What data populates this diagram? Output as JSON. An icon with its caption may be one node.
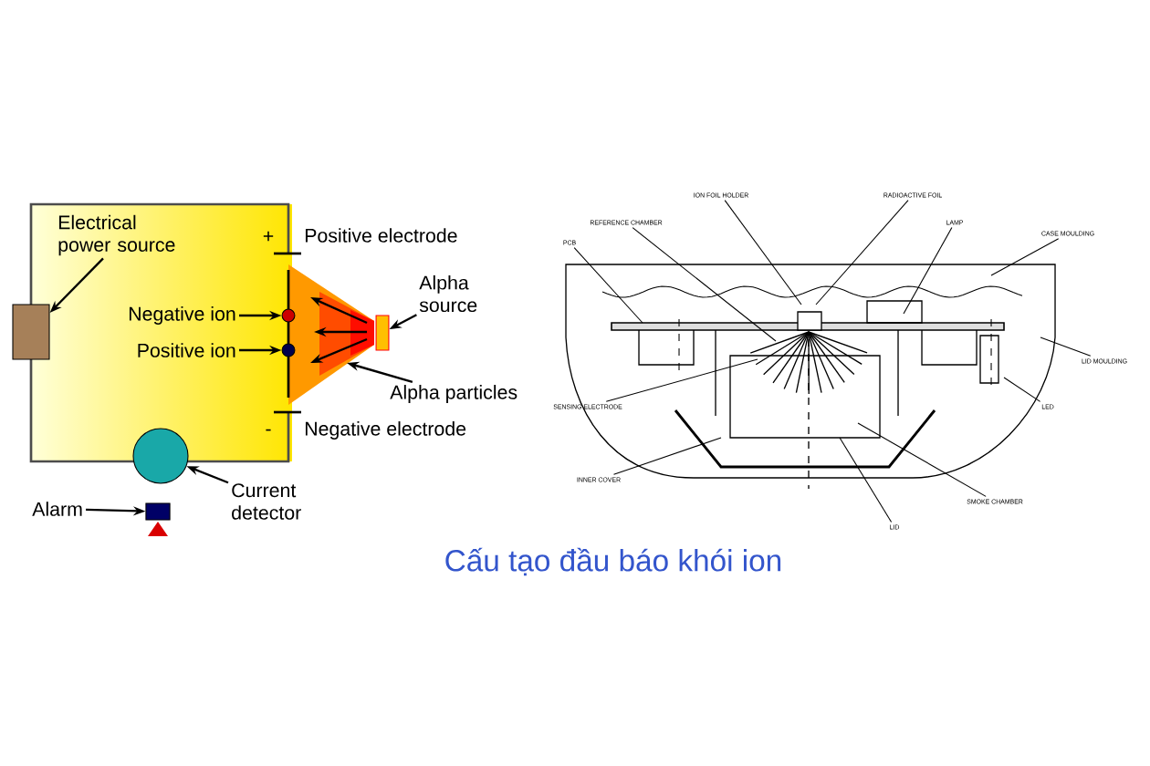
{
  "diagram": {
    "caption": "Cấu tạo đầu báo khói ion",
    "nodes": [
      {
        "text": [
          "Electrical power source"
        ]
      },
      {
        "text": [],
        "shape": "box"
      },
      {
        "text": [
          "Negative ion"
        ]
      },
      {
        "text": [],
        "shape": "circle"
      },
      {
        "text": [
          "Positive ion"
        ]
      },
      {
        "text": [],
        "shape": "circle"
      },
      {
        "text": [
          "Alpha source"
        ]
      },
      {
        "text": [],
        "shape": "box"
      },
      {
        "text": [
          "Alpha particles"
        ]
      },
      {
        "text": [],
        "shape": "circle"
      },
      {
        "text": [
          "Current detector"
        ]
      },
      {
        "text": [
          "Alarm"
        ]
      },
      {
        "text": [],
        "shape": "box"
      },
      {
        "text": [
          "ION FOIL HOLDER"
        ]
      },
      {
        "text": [
          "RADIOACTIVE FOIL"
        ]
      },
      {
        "text": [
          "REFERENCE CHAMBER"
        ]
      },
      {
        "text": [
          "LAMP"
        ]
      },
      {
        "text": [
          "CASE MOULDING"
        ]
      },
      {
        "text": [
          "PCB"
        ]
      },
      {
        "text": [
          "LID MOULDING"
        ]
      },
      {
        "text": [
          "SENSING ELECTRODE"
        ]
      },
      {
        "text": [
          "LED"
        ]
      },
      {
        "text": [
          "INNER COVER"
        ]
      },
      {
        "text": [
          "SMOKE CHAMBER"
        ]
      },
      {
        "text": [
          "LID"
        ]
      }
    ],
    "edges": [
      {
        "from": 0,
        "to": 1,
        "arrow": "to"
      },
      {
        "from": 2,
        "to": 3,
        "arrow": "to"
      },
      {
        "from": 4,
        "to": 5,
        "arrow": "to"
      },
      {
        "from": 6,
        "to": 7,
        "arrow": "to"
      },
      {
        "from": 8,
        "to": null,
        "arrow": "to"
      },
      {
        "from": 10,
        "to": 9,
        "arrow": "to"
      },
      {
        "from": 11,
        "to": 12,
        "arrow": "to"
      },
      {
        "from": 13,
        "to": null,
        "arrow": "none"
      },
      {
        "from": 14,
        "to": null,
        "arrow": "none"
      },
      {
        "from": 15,
        "to": null,
        "arrow": "none"
      },
      {
        "from": 16,
        "to": null,
        "arrow": "none"
      },
      {
        "from": 17,
        "to": null,
        "arrow": "none"
      },
      {
        "from": 18,
        "to": null,
        "arrow": "none"
      },
      {
        "from": 19,
        "to": null,
        "arrow": "none"
      },
      {
        "from": 20,
        "to": null,
        "arrow": "none"
      },
      {
        "from": 21,
        "to": null,
        "arrow": "none"
      },
      {
        "from": 22,
        "to": null,
        "arrow": "none"
      },
      {
        "from": 23,
        "to": null,
        "arrow": "none"
      },
      {
        "from": 24,
        "to": null,
        "arrow": "none"
      }
    ],
    "labels": [
      "+",
      "Positive electrode",
      "-",
      "Negative electrode"
    ]
  }
}
